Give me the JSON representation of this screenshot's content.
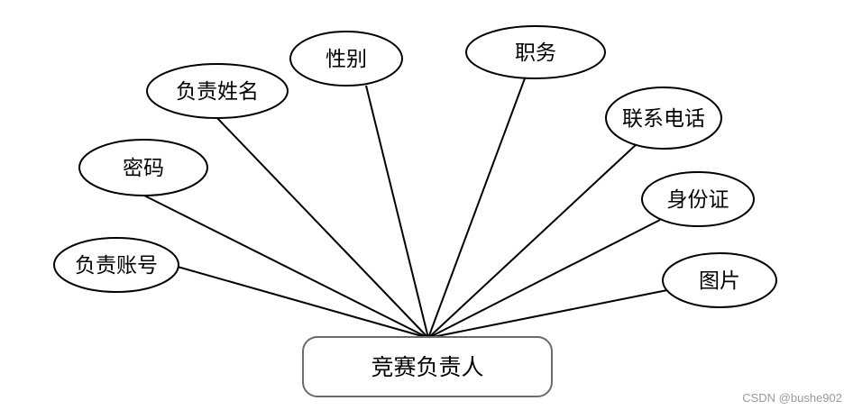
{
  "entity": {
    "label": "竞赛负责人"
  },
  "attributes": [
    {
      "id": "name",
      "label": "负责姓名"
    },
    {
      "id": "gender",
      "label": "性别"
    },
    {
      "id": "position",
      "label": "职务"
    },
    {
      "id": "phone",
      "label": "联系电话"
    },
    {
      "id": "idcard",
      "label": "身份证"
    },
    {
      "id": "photo",
      "label": "图片"
    },
    {
      "id": "account",
      "label": "负责账号"
    },
    {
      "id": "password",
      "label": "密码"
    }
  ],
  "watermark": "CSDN @bushe902"
}
